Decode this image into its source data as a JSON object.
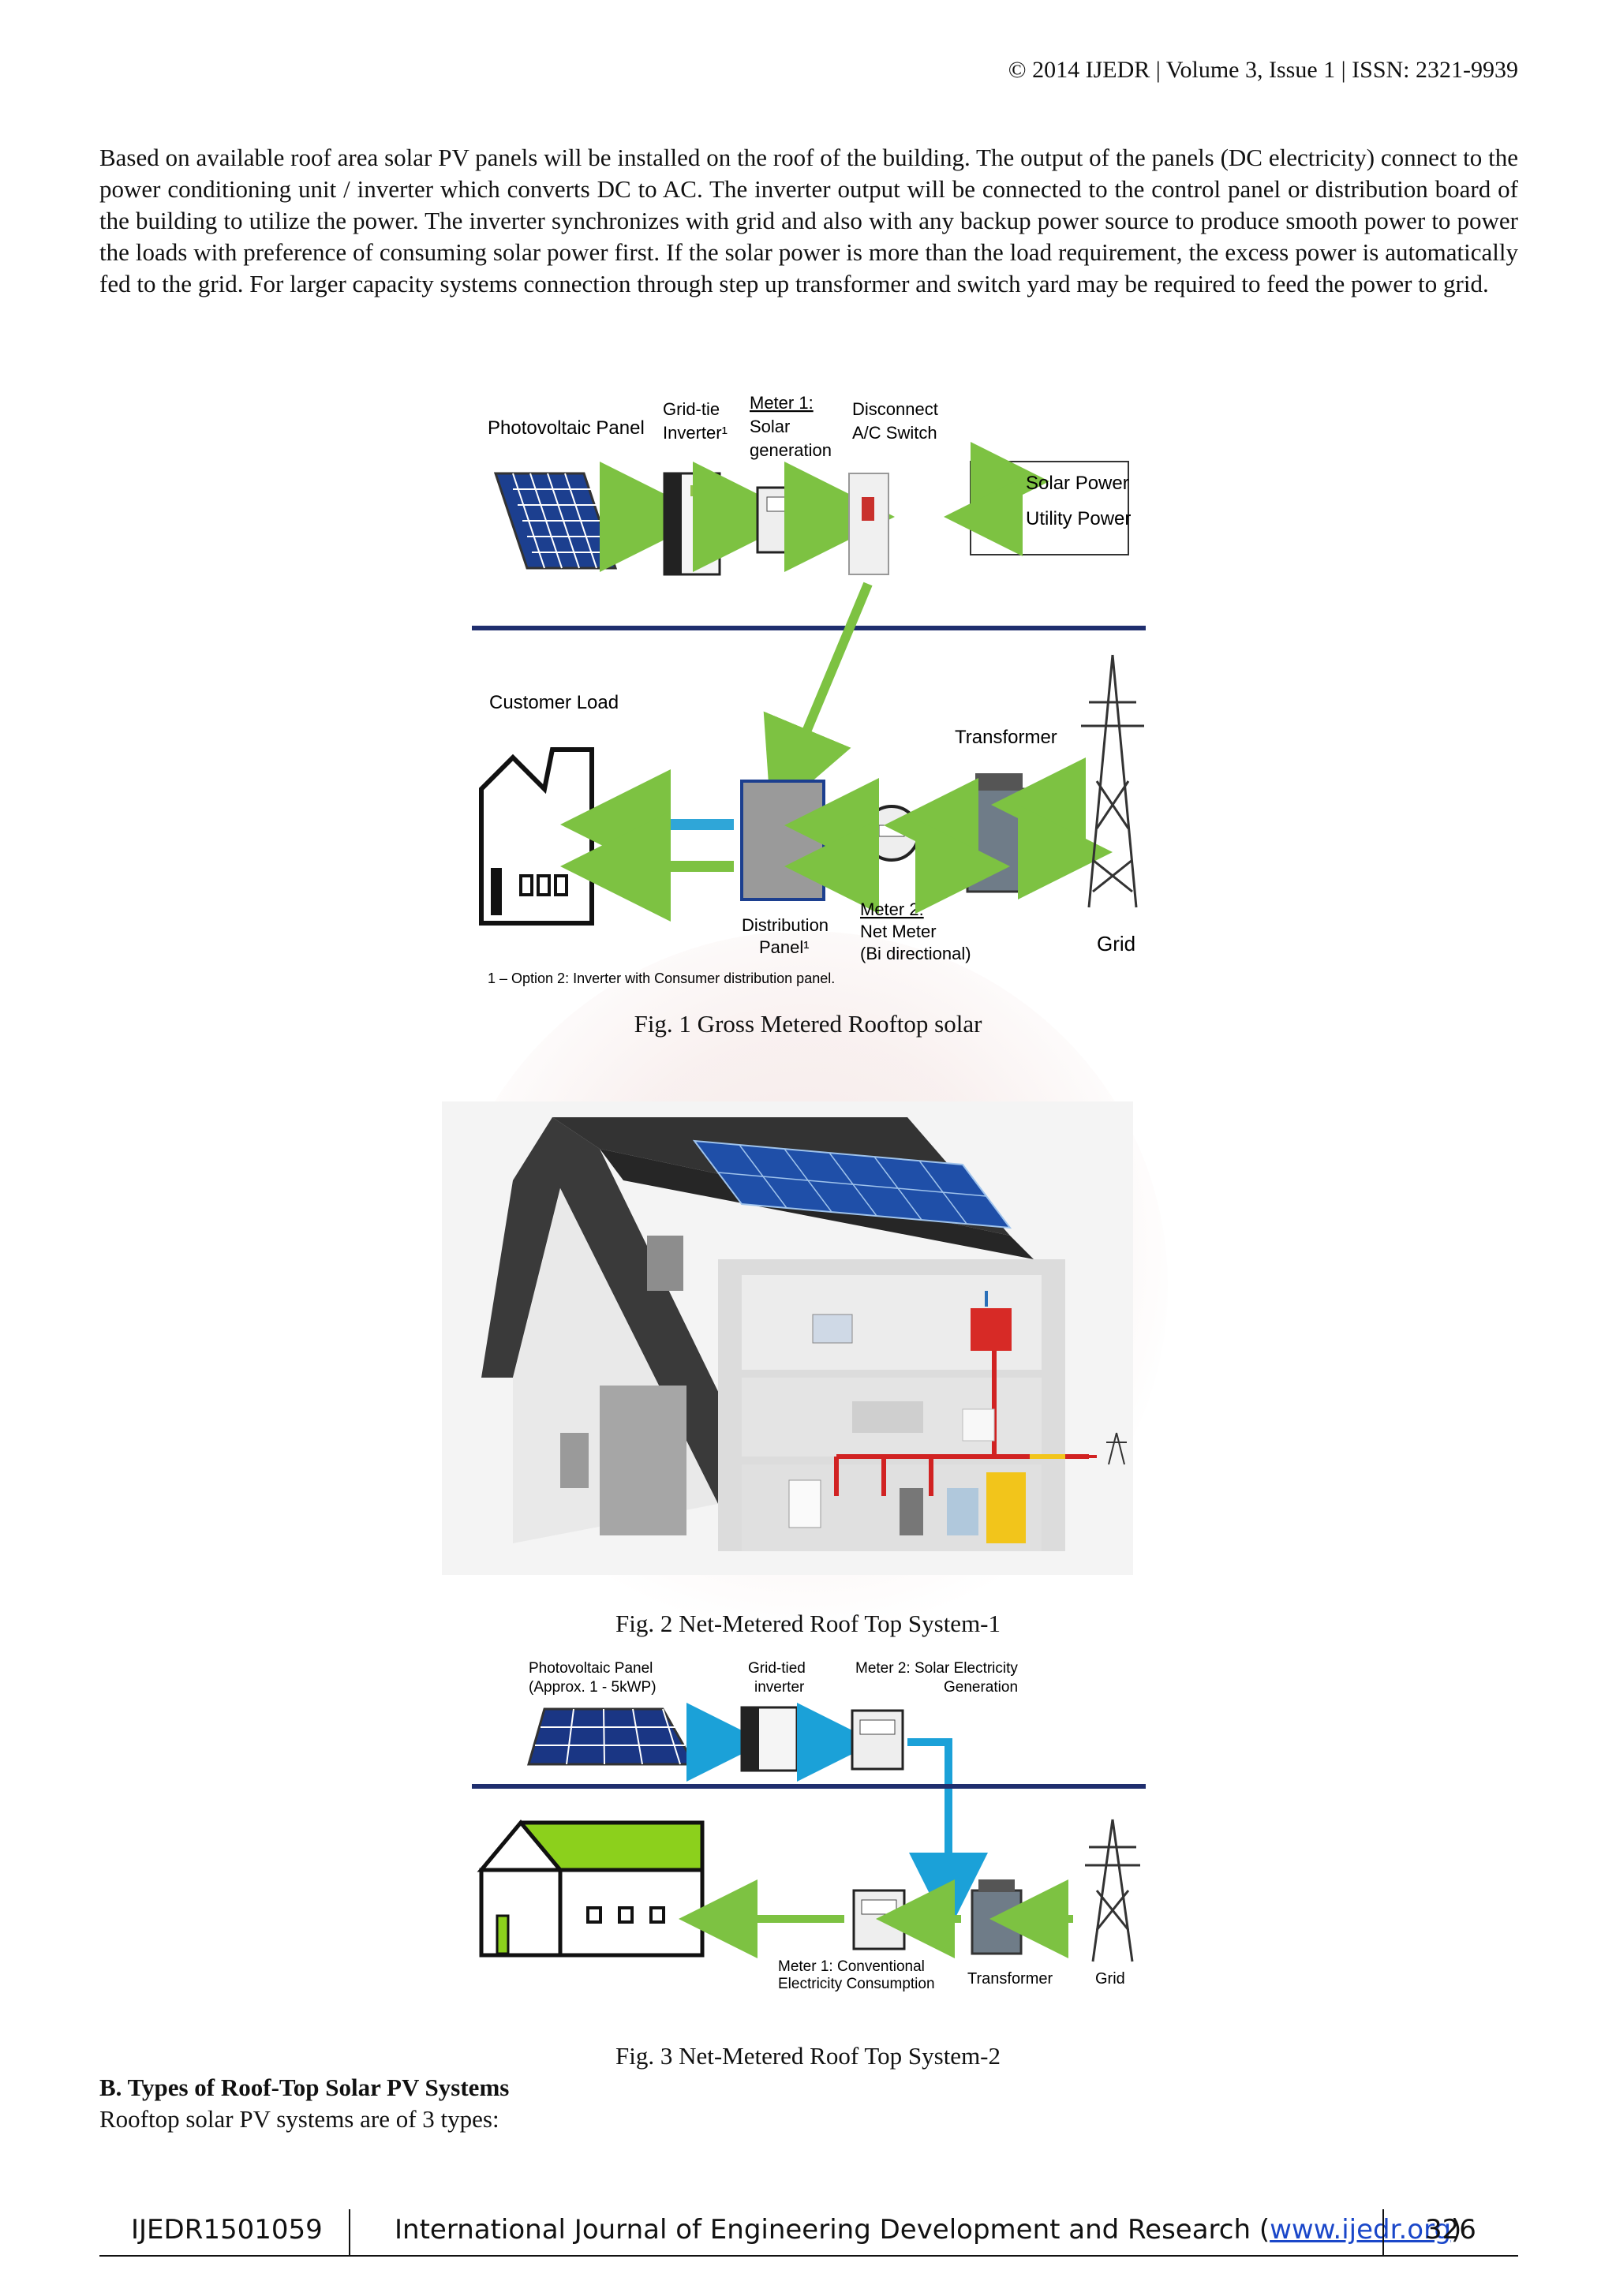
{
  "header": {
    "text": "© 2014 IJEDR | Volume 3, Issue 1 | ISSN: 2321-9939"
  },
  "paragraph": "Based on available roof area solar PV panels will be installed on the roof of the building. The output of the panels (DC electricity) connect to the power conditioning unit / inverter which converts DC to AC. The inverter output will be connected to the control panel or   distribution board of the building to utilize the power. The inverter synchronizes with grid and also with any backup power source to produce smooth power to power the loads with preference of consuming solar power first. If the solar power is more than the load requirement, the excess power is automatically fed to the grid. For larger capacity systems connection through step up transformer and switch yard may be required to feed the power to grid.",
  "fig1": {
    "caption": "Fig. 1 Gross Metered Rooftop solar",
    "labels": {
      "pv_panel": "Photovoltaic Panel",
      "inverter_1": "Grid-tie",
      "inverter_2": "Inverter¹",
      "meter1_1": "Meter 1:",
      "meter1_2": "Solar",
      "meter1_3": "generation",
      "disconnect_1": "Disconnect",
      "disconnect_2": "A/C Switch",
      "legend_solar": "Solar Power",
      "legend_utility": "Utility Power",
      "customer_load": "Customer Load",
      "transformer": "Transformer",
      "distribution_1": "Distribution",
      "distribution_2": "Panel¹",
      "meter2_1": "Meter 2:",
      "meter2_2": "Net Meter",
      "meter2_3": "(Bi directional)",
      "grid": "Grid",
      "footnote": "1 –  Option 2: Inverter with Consumer distribution panel."
    }
  },
  "fig2": {
    "caption": "Fig. 2 Net-Metered Roof Top System-1"
  },
  "fig3": {
    "caption": "Fig. 3 Net-Metered Roof Top System-2",
    "labels": {
      "pv_1": "Photovoltaic Panel",
      "pv_2": "(Approx. 1 - 5kWP)",
      "inverter_1": "Grid-tied",
      "inverter_2": "inverter",
      "meter2_1": "Meter 2: Solar Electricity",
      "meter2_2": "Generation",
      "meter1_1": "Meter 1: Conventional",
      "meter1_2": "Electricity Consumption",
      "transformer": "Transformer",
      "grid": "Grid"
    }
  },
  "section": {
    "title": "B. Types of Roof-Top Solar PV Systems",
    "intro": "Rooftop solar PV systems are of 3 types:"
  },
  "footer": {
    "id": "IJEDR1501059",
    "journal_prefix": "International Journal of Engineering Development and Research (",
    "link": "www.ijedr.org",
    "journal_suffix": ")",
    "page": "326"
  }
}
